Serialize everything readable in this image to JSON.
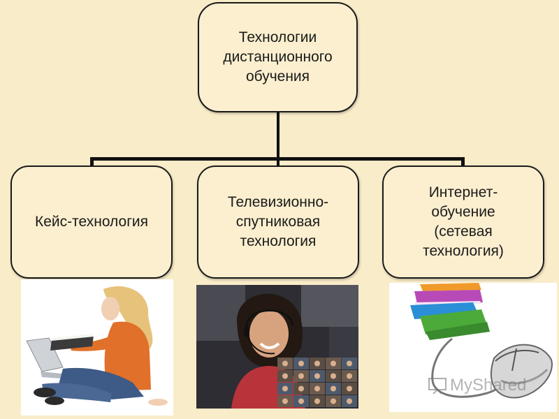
{
  "diagram": {
    "root": {
      "label": "Технологии\nдистанционного\nобучения"
    },
    "children": [
      {
        "label": "Кейс-технология"
      },
      {
        "label": "Телевизионно-\nспутниковая\nтехнология"
      },
      {
        "label": "Интернет-\nобучение\n(сетевая\nтехнология)"
      }
    ]
  },
  "images": {
    "case": {
      "icon": "woman-reading-laptop-photo"
    },
    "tv": {
      "icon": "headset-operator-video-grid-photo"
    },
    "net": {
      "icon": "books-and-mouse-photo"
    }
  },
  "watermark": {
    "text": "MyShared"
  },
  "colors": {
    "background": "#f9ecc9",
    "node_fill": "#fbefcf",
    "stroke": "#1a1a1a"
  }
}
